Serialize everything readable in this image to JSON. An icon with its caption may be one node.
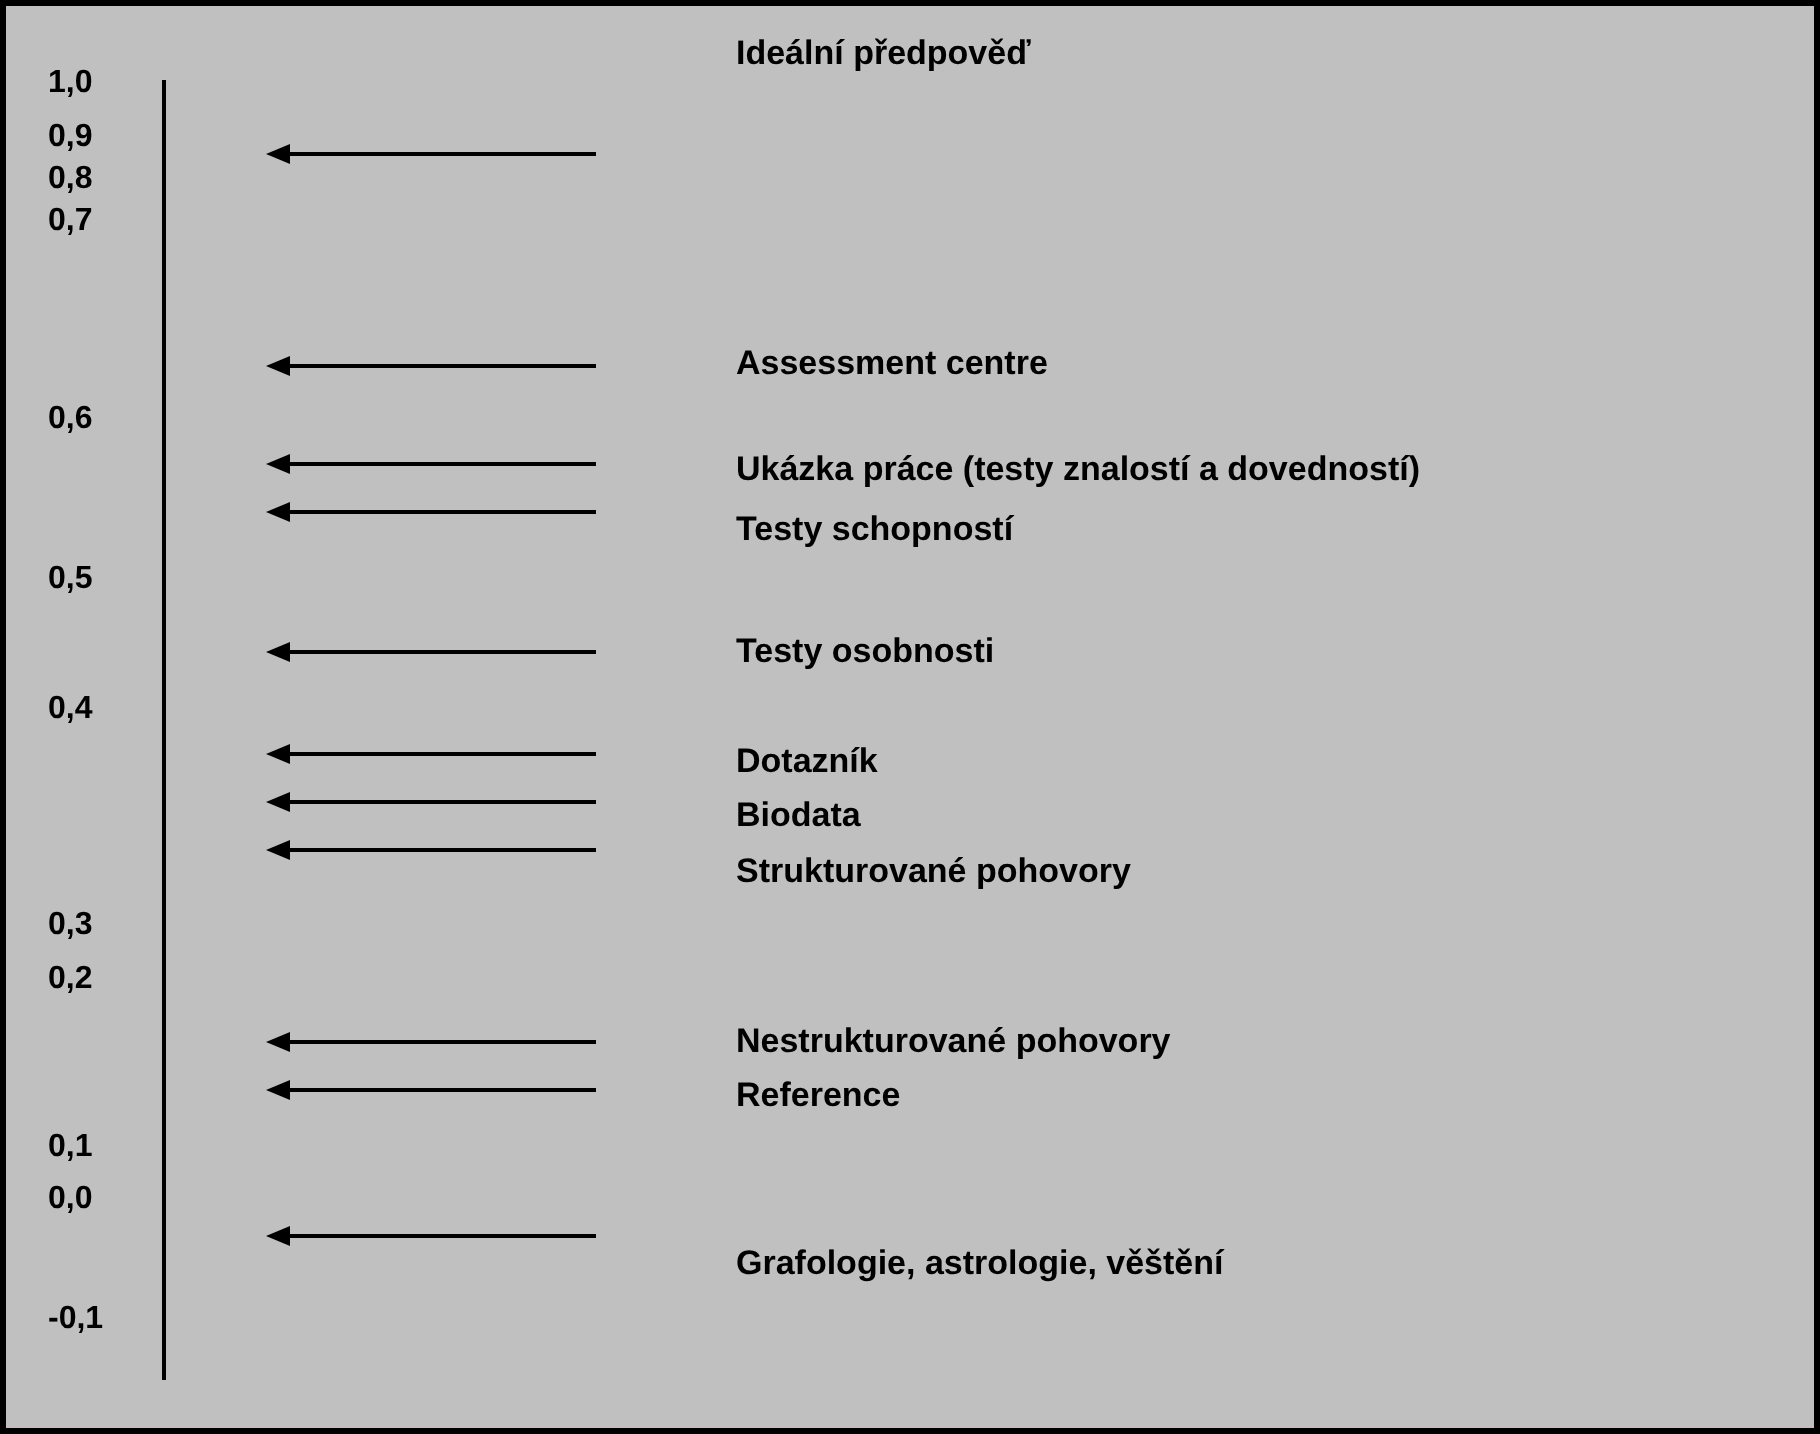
{
  "diagram": {
    "nodes": [
      {
        "text": [
          "Ideální předpověď"
        ]
      },
      {
        "text": [
          "Assessment centre"
        ]
      },
      {
        "text": [
          "Ukázka práce (testy znalostí a dovedností)"
        ]
      },
      {
        "text": [
          "Testy schopností"
        ]
      },
      {
        "text": [
          "Testy osobnosti"
        ]
      },
      {
        "text": [
          "Dotazník"
        ]
      },
      {
        "text": [
          "Biodata"
        ]
      },
      {
        "text": [
          "Strukturované pohovory"
        ]
      },
      {
        "text": [
          "Nestrukturované pohovory"
        ]
      },
      {
        "text": [
          "Reference"
        ]
      },
      {
        "text": [
          "Grafologie, astrologie, věštění"
        ]
      }
    ],
    "labels": [
      "1,0",
      "0,9",
      "0,8",
      "0,7",
      "0,6",
      "0,5",
      "0,4",
      "0,3",
      "0,2",
      "0,1",
      "0,0",
      "-0,1"
    ]
  }
}
